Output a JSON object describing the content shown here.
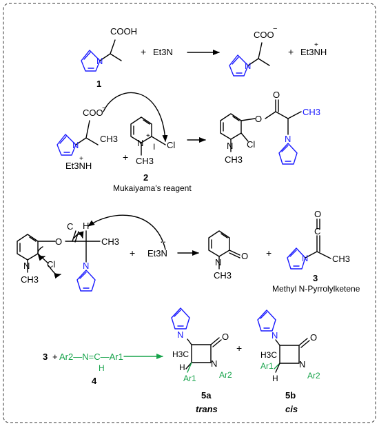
{
  "colors": {
    "blue": "#1a1aff",
    "green": "#16a34a",
    "black": "#000000"
  },
  "row1": {
    "cooh": "COOH",
    "plus": "+",
    "et3n": "Et3N",
    "coo": "COO",
    "et3nh": "Et3NH",
    "charge_minus": "−",
    "charge_plus": "+",
    "compound": "1"
  },
  "row2": {
    "coo": "COO",
    "ch3": "CH3",
    "et3nh": "Et3NH",
    "plus": "+",
    "n_label": "N",
    "cl": "Cl",
    "i": "I",
    "ch3_n": "CH3",
    "compound": "2",
    "reagent_name": "Mukaiyama's reagent",
    "product_o": "O",
    "product_ch3": "CH3",
    "product_cl": "Cl",
    "product_n": "N",
    "product_nch3": "CH3"
  },
  "row3": {
    "h": "H",
    "ch3": "CH3",
    "o": "O",
    "c": "C",
    "n": "N",
    "cl": "Cl",
    "nch3": "CH3",
    "plus": "+",
    "et3n": "Et3N",
    "product_o": "O",
    "product_n": "N",
    "product_ch3": "CH3",
    "ketene_o": "O",
    "ketene_c": "C",
    "ketene_ch3": "CH3",
    "compound": "3",
    "ketene_name": "Methyl N-Pyrrolylketene"
  },
  "row4": {
    "compound3": "3",
    "plus": "+",
    "imine": "Ar2—N=C—Ar1",
    "imine_h": "H",
    "compound4": "4",
    "h3c": "H3C",
    "o": "O",
    "n": "N",
    "ar1": "Ar1",
    "ar2": "Ar2",
    "h": "H",
    "label_5a": "5a",
    "label_5b": "5b",
    "trans": "trans",
    "cis": "cis"
  }
}
